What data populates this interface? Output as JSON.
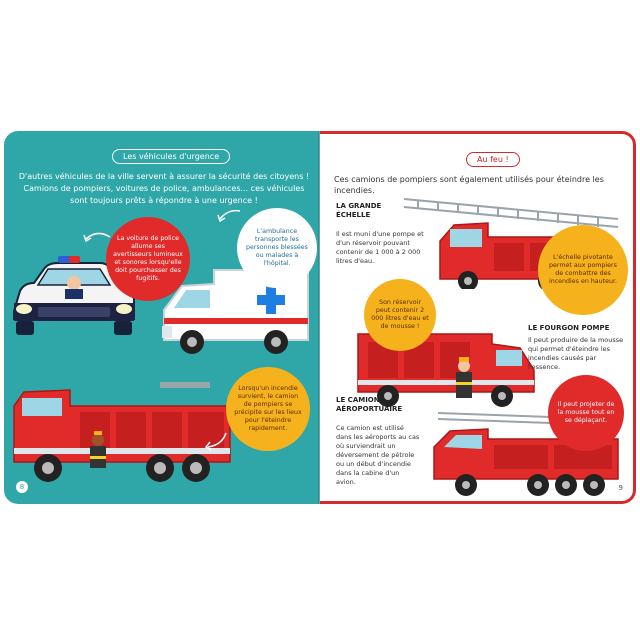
{
  "left_page": {
    "title": "Les véhicules d'urgence",
    "intro": "D'autres véhicules de la ville servent à assurer la sécurité des citoyens ! Camions de pompiers, voitures de police, ambulances... ces véhicules sont toujours prêts à répondre à une urgence !",
    "police_text": "La voiture de police allume ses avertisseurs lumineux et sonores lorsqu'elle doit pourchasser des fugitifs.",
    "ambulance_text": "L'ambulance transporte les personnes blessées ou malades à l'hôpital.",
    "fire_text": "Lorsqu'un incendie survient, le camion de pompiers se précipite sur les lieux pour l'éteindre rapidement.",
    "page_number": "8"
  },
  "right_page": {
    "title": "Au feu !",
    "intro": "Ces camions de pompiers sont également utilisés pour éteindre les incendies.",
    "ladder": {
      "title": "LA GRANDE ÉCHELLE",
      "text": "Il est muni d'une pompe et d'un réservoir pouvant contenir de 1 000 à 2 000 litres d'eau.",
      "bubble": "L'échelle pivotante permet aux pompiers de combattre des incendies en hauteur."
    },
    "pump": {
      "title": "LE FOURGON POMPE",
      "text": "Il peut produire de la mousse qui permet d'éteindre les incendies causés par l'essence.",
      "bubble": "Son réservoir peut contenir 2 000 litres d'eau et de mousse !"
    },
    "airport": {
      "title": "LE CAMION AÉROPORTUAIRE",
      "text": "Ce camion est utilisé dans les aéroports au cas où surviendrait un déversement de pétrole ou un début d'incendie dans la cabine d'un avion.",
      "bubble": "Il peut projeter de la mousse tout en se déplaçant."
    },
    "page_number": "9"
  },
  "colors": {
    "teal": "#2fa7a9",
    "red": "#e12a2a",
    "yellow": "#f6b21c",
    "border_red": "#d62a2a"
  }
}
